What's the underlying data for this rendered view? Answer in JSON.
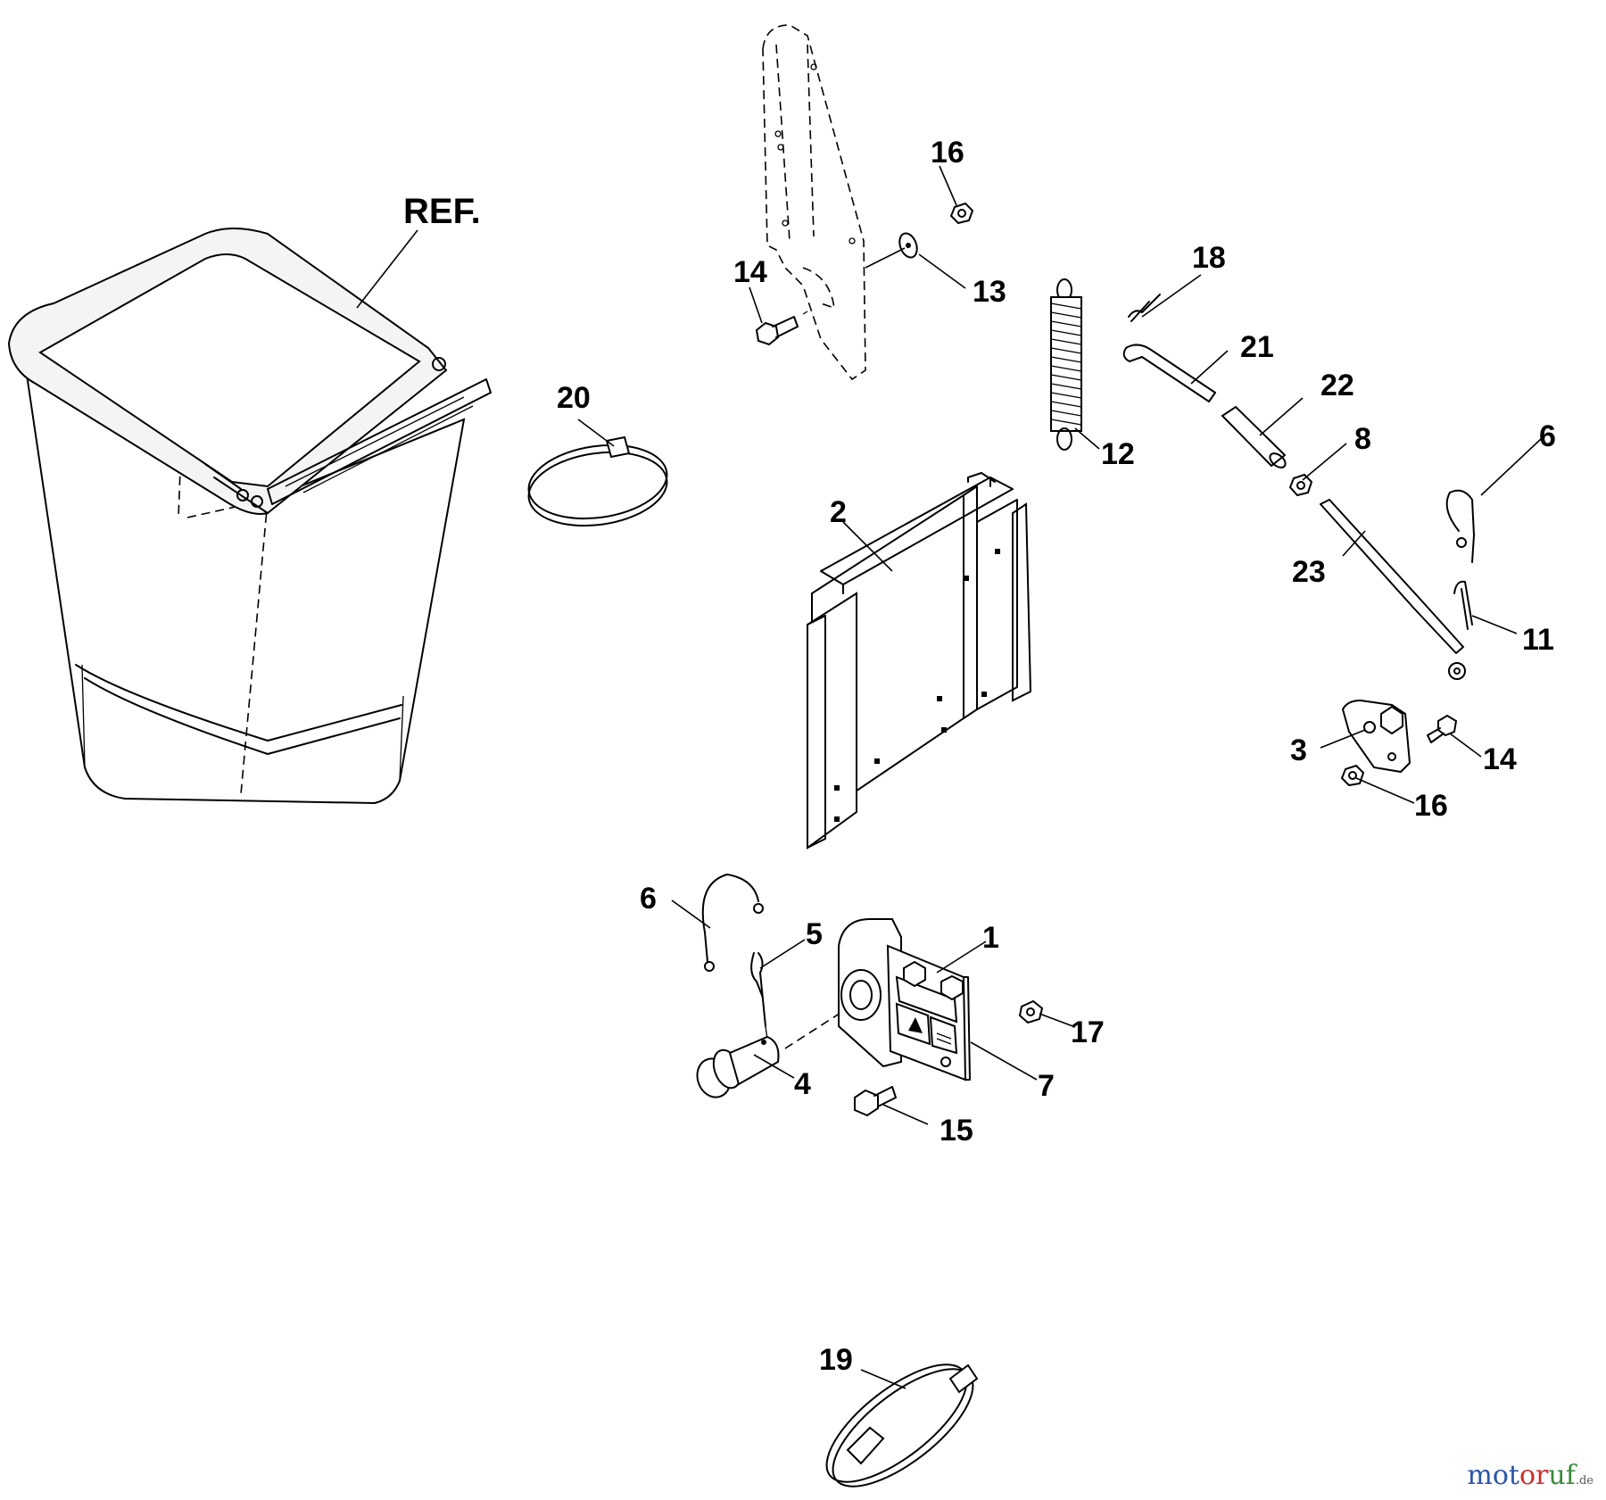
{
  "callouts": {
    "ref": "REF.",
    "c1": "1",
    "c2": "2",
    "c3": "3",
    "c4": "4",
    "c5": "5",
    "c6a": "6",
    "c6b": "6",
    "c7": "7",
    "c8": "8",
    "c11": "11",
    "c12": "12",
    "c13": "13",
    "c14a": "14",
    "c14b": "14",
    "c15": "15",
    "c16a": "16",
    "c16b": "16",
    "c17": "17",
    "c18": "18",
    "c19": "19",
    "c20": "20",
    "c21": "21",
    "c22": "22",
    "c23": "23"
  },
  "watermark": {
    "part1": "mot",
    "part2": "or",
    "part3": "uf",
    "tld": ".de"
  }
}
